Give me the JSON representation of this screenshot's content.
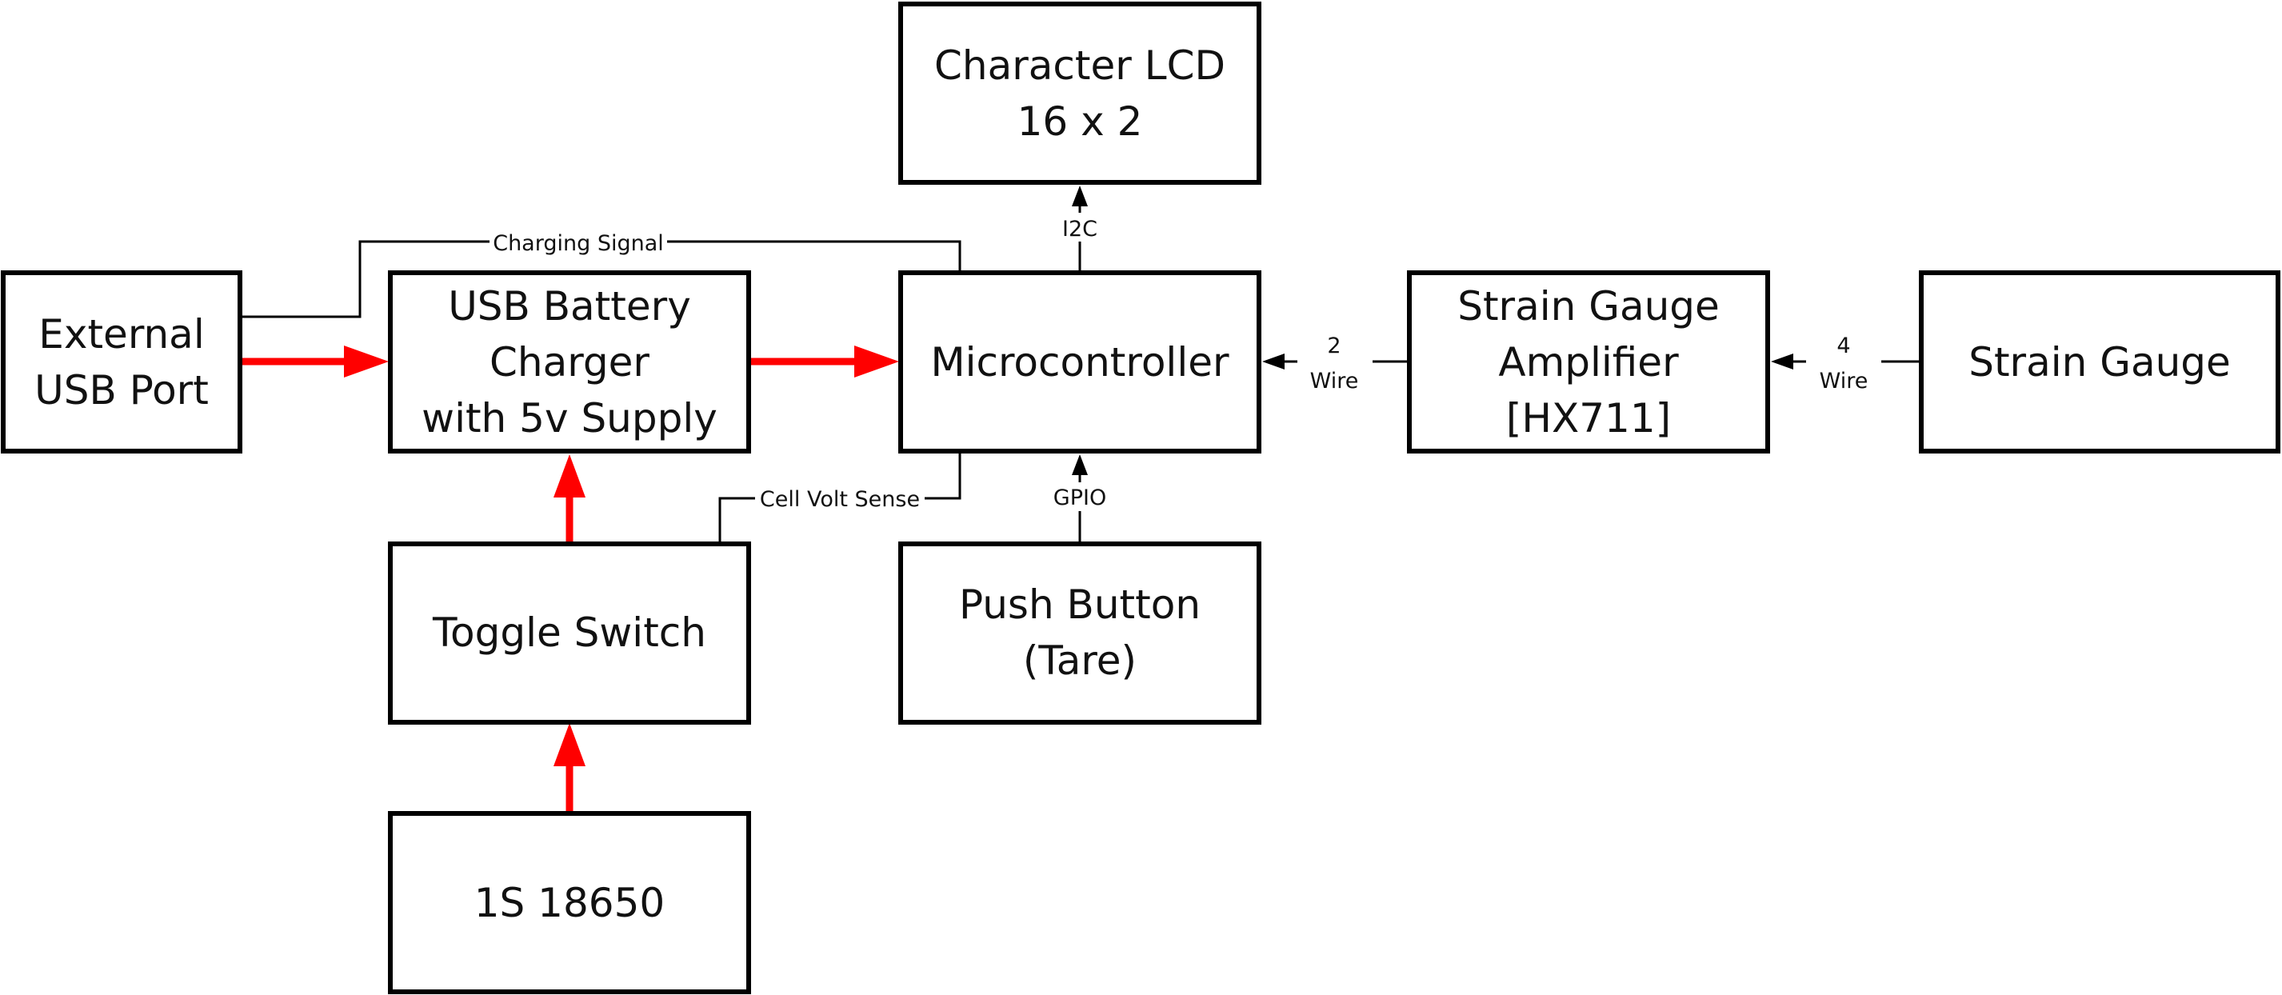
{
  "colors": {
    "block_border": "#000000",
    "power_path": "#ff0000",
    "signal_line": "#000000",
    "background": "#ffffff"
  },
  "blocks": {
    "external_usb_port": [
      "External",
      "USB Port"
    ],
    "usb_battery_charger": [
      "USB  Battery",
      "Charger",
      "with 5v Supply"
    ],
    "microcontroller": [
      "Microcontroller"
    ],
    "character_lcd": [
      "Character LCD",
      "16 x 2"
    ],
    "strain_gauge_amplifier": [
      "Strain Gauge",
      "Amplifier",
      "[HX711]"
    ],
    "strain_gauge": [
      "Strain Gauge"
    ],
    "toggle_switch": [
      "Toggle Switch"
    ],
    "push_button": [
      "Push Button",
      "(Tare)"
    ],
    "battery_cell": [
      "1S 18650"
    ]
  },
  "connections": {
    "charging_signal": "Charging Signal",
    "cell_volt_sense": "Cell Volt Sense",
    "i2c": "I2C",
    "gpio": "GPIO",
    "amp_to_mcu": [
      "2",
      "Wire"
    ],
    "gauge_to_amp": [
      "4",
      "Wire"
    ]
  }
}
